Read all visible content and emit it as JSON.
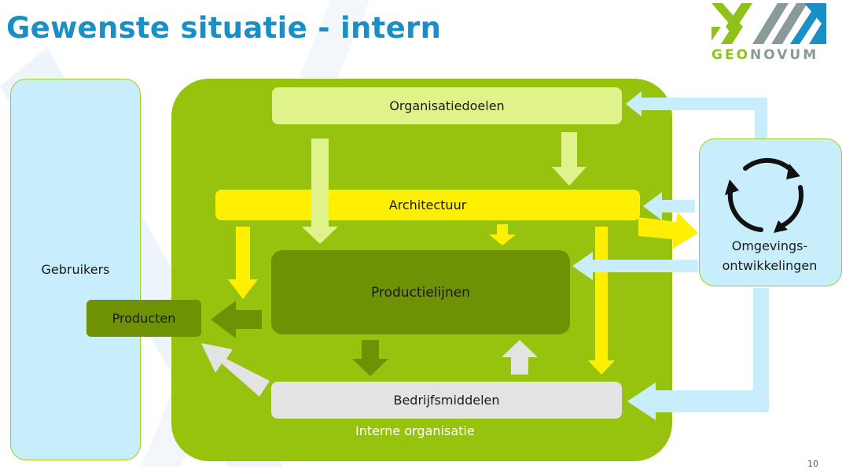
{
  "slide": {
    "title": "Gewenste situatie - intern",
    "page_number": "10"
  },
  "logo": {
    "prefix": "GEO",
    "suffix": "NOVUM",
    "colors": {
      "green": "#8ec21a",
      "grey": "#8a9a9a",
      "blue": "#1a8fc6"
    }
  },
  "diagram": {
    "users": "Gebruikers",
    "internal_org": "Interne organisatie",
    "goals": "Organisatiedoelen",
    "architecture": "Architectuur",
    "production_lines": "Productielijnen",
    "products": "Producten",
    "resources": "Bedrijfsmiddelen",
    "environment_line1": "Omgevings-",
    "environment_line2": "ontwikkelingen",
    "colors": {
      "light_blue": "#c8eefc",
      "arrow_blue": "#c8eefc",
      "org_green": "#97c20e",
      "light_green": "#dff38a",
      "yellow": "#ffef00",
      "dark_green": "#6f9104",
      "grey": "#e3e3e3"
    }
  }
}
